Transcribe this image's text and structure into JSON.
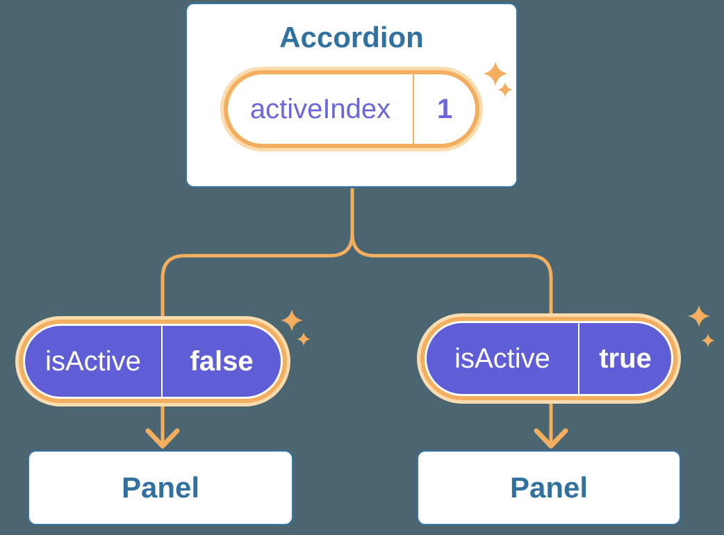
{
  "colors": {
    "canvas-bg": "#4B6671",
    "card-bg": "#FFFFFF",
    "blue-border": "#3676A6",
    "blue-text": "#31719F",
    "orange": "#F3AE5F",
    "orange-glow": "#FBDCAE",
    "purple-fill": "#5F5ED7",
    "purple-text": "#6A67DA",
    "white-text": "#FFFFFF"
  },
  "accordion": {
    "title": "Accordion",
    "state": {
      "name": "activeIndex",
      "value": "1"
    }
  },
  "children": [
    {
      "prop": {
        "name": "isActive",
        "value": "false"
      },
      "panel": {
        "label": "Panel"
      }
    },
    {
      "prop": {
        "name": "isActive",
        "value": "true"
      },
      "panel": {
        "label": "Panel"
      }
    }
  ],
  "icons": {
    "sparkle": "four-point-star"
  }
}
